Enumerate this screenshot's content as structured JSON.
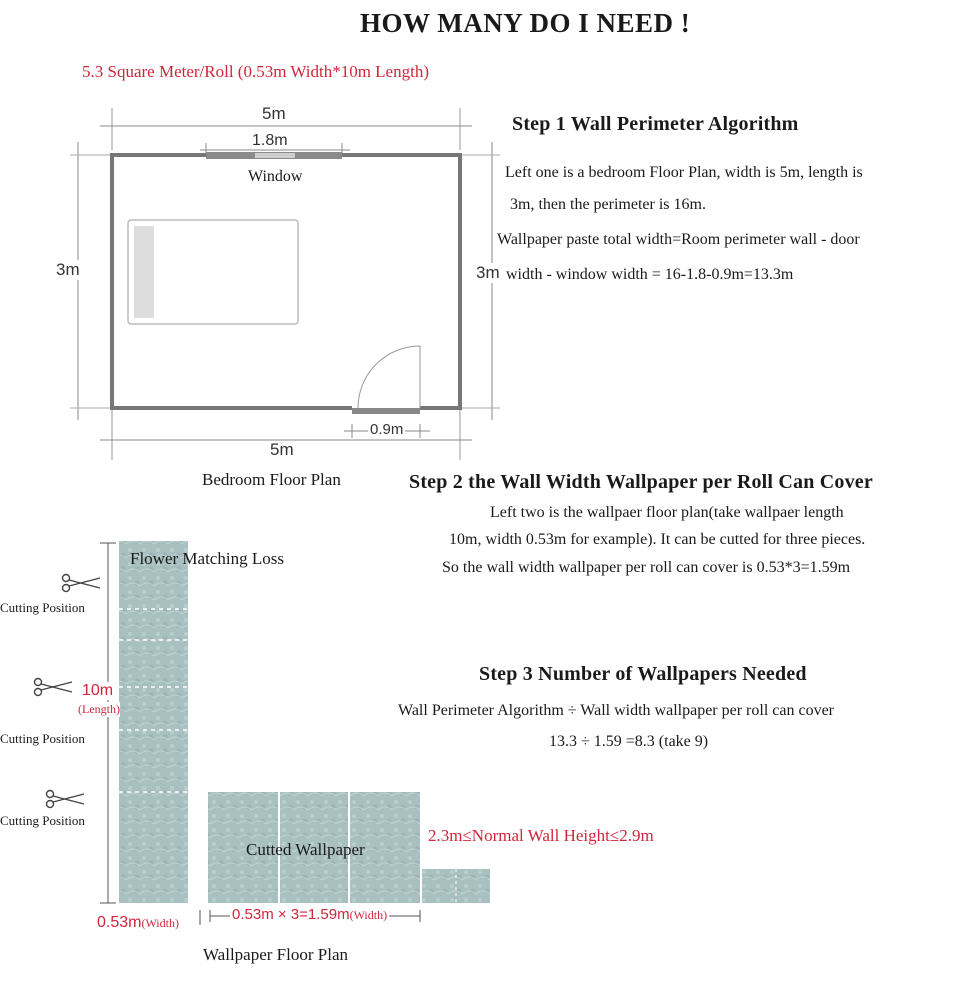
{
  "title": "HOW MANY DO I NEED !",
  "roll_spec": "5.3 Square Meter/Roll (0.53m Width*10m Length)",
  "floor_plan": {
    "top_width": "5m",
    "window_width": "1.8m",
    "window_label": "Window",
    "left_height": "3m",
    "right_height": "3m",
    "door_width": "0.9m",
    "bottom_width": "5m",
    "caption": "Bedroom Floor Plan"
  },
  "step1": {
    "heading": "Step 1 Wall Perimeter Algorithm",
    "line1": "Left one is a bedroom Floor Plan, width is 5m, length is",
    "line2": "3m, then the perimeter is 16m.",
    "line3": "Wallpaper paste total width=Room perimeter wall - door",
    "line4": "width - window width = 16-1.8-0.9m=13.3m"
  },
  "step2": {
    "heading": "Step 2 the Wall Width Wallpaper per Roll Can Cover",
    "line1": "Left two is the wallpaer floor plan(take wallpaer length",
    "line2": "10m, width 0.53m for example). It can be cutted for three pieces.",
    "line3": "So the wall width wallpaper per roll can cover is 0.53*3=1.59m"
  },
  "step3": {
    "heading": "Step 3 Number of Wallpapers Needed",
    "line1": "Wall Perimeter Algorithm ÷ Wall width wallpaper per roll can cover",
    "line2": "13.3 ÷ 1.59 =8.3 (take 9)"
  },
  "wallpaper_plan": {
    "flower_loss": "Flower Matching Loss",
    "cutting_positions": [
      "Cutting Position",
      "Cutting Position",
      "Cutting Position"
    ],
    "length_value": "10m",
    "length_note": "(Length)",
    "width_value": "0.53m",
    "width_note": "(Width)",
    "cutted_label": "Cutted Wallpaper",
    "cutted_width_value": "0.53m × 3=1.59m",
    "cutted_width_note": "(Width)",
    "wall_height": "2.3m≤Normal Wall Height≤2.9m",
    "caption": "Wallpaper Floor Plan"
  },
  "colors": {
    "accent_red": "#d0253a",
    "wall_gray": "#7a7a7a",
    "wallpaper_green": "#a9c0c0"
  }
}
